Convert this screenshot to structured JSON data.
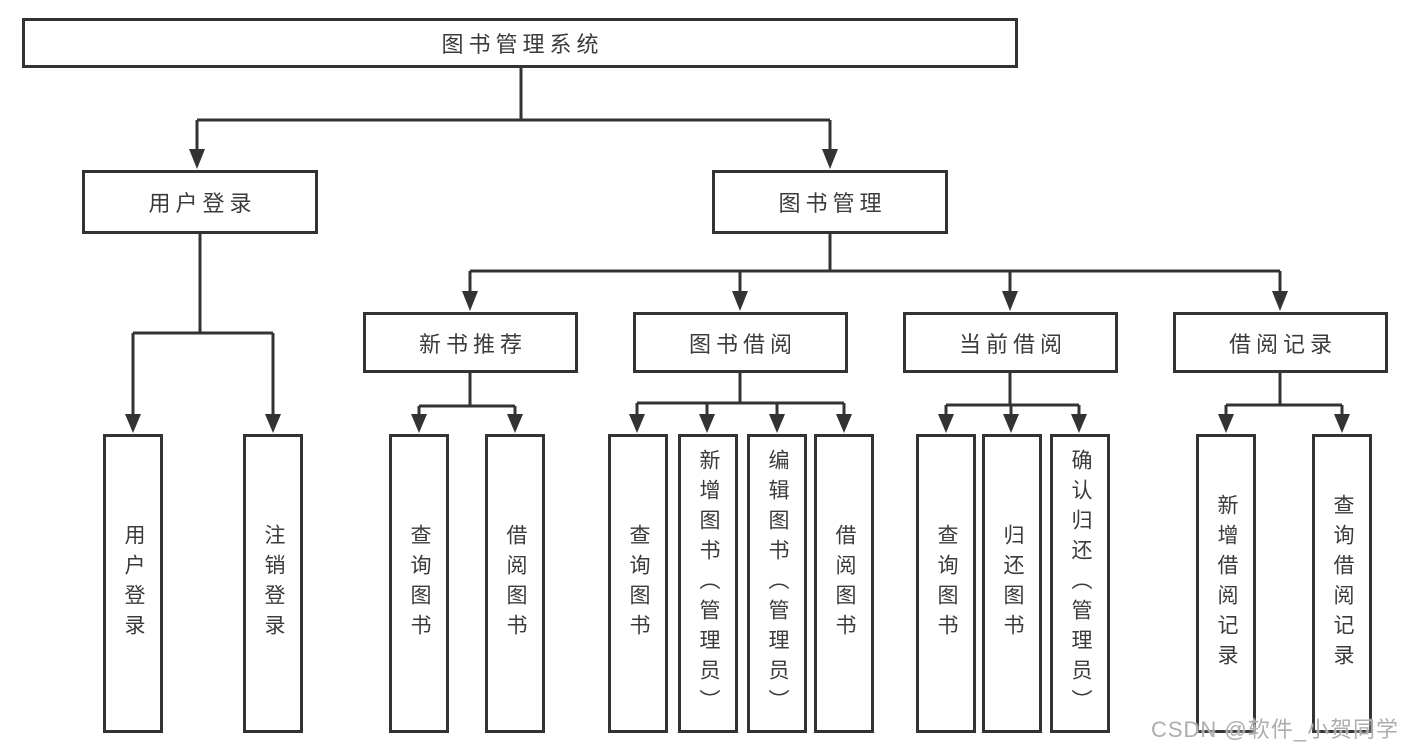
{
  "diagram": {
    "title": "图书管理系统",
    "hierarchy": {
      "label": "图书管理系统",
      "children": [
        {
          "label": "用户登录",
          "children": [
            {
              "label": "用户登录"
            },
            {
              "label": "注销登录"
            }
          ]
        },
        {
          "label": "图书管理",
          "children": [
            {
              "label": "新书推荐",
              "children": [
                {
                  "label": "查询图书"
                },
                {
                  "label": "借阅图书"
                }
              ]
            },
            {
              "label": "图书借阅",
              "children": [
                {
                  "label": "查询图书"
                },
                {
                  "label": "新增图书（管理员）"
                },
                {
                  "label": "编辑图书（管理员）"
                },
                {
                  "label": "借阅图书"
                }
              ]
            },
            {
              "label": "当前借阅",
              "children": [
                {
                  "label": "查询图书"
                },
                {
                  "label": "归还图书"
                },
                {
                  "label": "确认归还（管理员）"
                }
              ]
            },
            {
              "label": "借阅记录",
              "children": [
                {
                  "label": "新增借阅记录"
                },
                {
                  "label": "查询借阅记录"
                }
              ]
            }
          ]
        }
      ]
    }
  },
  "watermark": {
    "text": "CSDN @软件_小贺同学"
  },
  "colors": {
    "line": "#333333",
    "box_border": "#333333",
    "text": "#3b3b3b",
    "background": "#ffffff",
    "watermark": "#aeaeae"
  }
}
